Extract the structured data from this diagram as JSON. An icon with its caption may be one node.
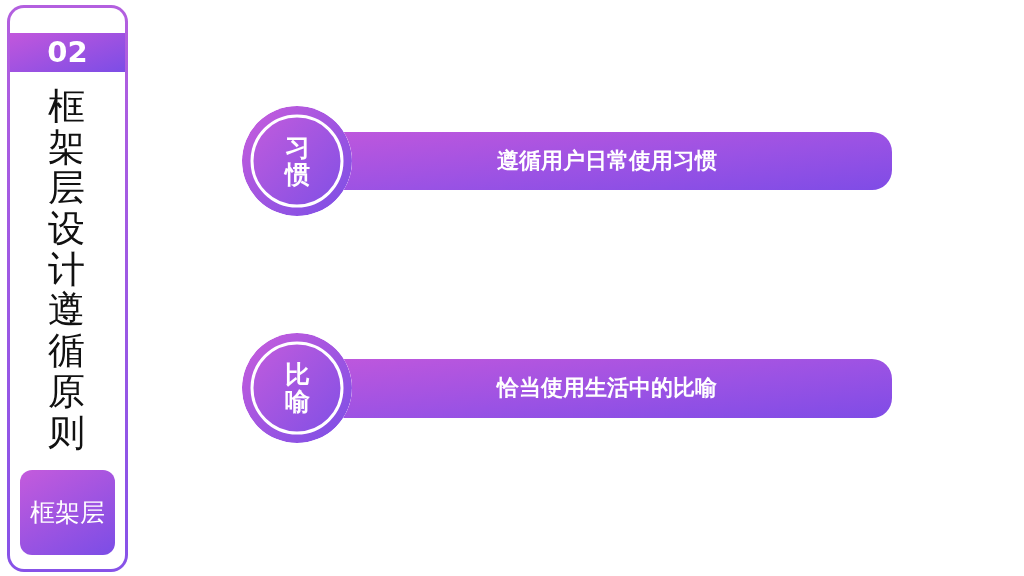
{
  "diagram": {
    "nodes": [
      {
        "text": [
          "框架层设计遵循原则"
        ]
      },
      {
        "text": [
          "02"
        ],
        "in": 0
      },
      {
        "text": [
          "框架层"
        ],
        "in": 0
      },
      {
        "text": [
          "习惯"
        ]
      },
      {
        "text": [
          "遵循用户日常使用习惯"
        ]
      },
      {
        "text": [
          "比喻"
        ]
      },
      {
        "text": [
          "恰当使用生活中的比喻"
        ]
      }
    ]
  }
}
